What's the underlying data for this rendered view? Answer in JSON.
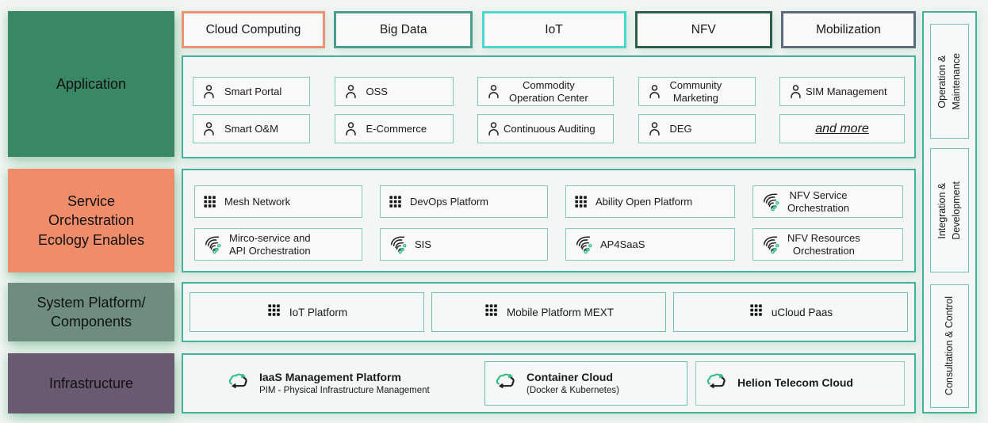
{
  "palette": {
    "application_green": "#3a8766",
    "service_salmon": "#ef8c6a",
    "system_graygreen": "#6e8c7f",
    "infrastructure_purple": "#695a72",
    "container_border_teal": "#43b29b",
    "item_border_teal": "#7fccb6",
    "icon_green": "#2fbd85",
    "box_fill": "#f8f9f8"
  },
  "left_sections": [
    {
      "label": "Application",
      "color": "#3a8766"
    },
    {
      "label": "Service\nOrchestration\nEcology Enables",
      "color": "#ef8c6a"
    },
    {
      "label": "System Platform/\nComponents",
      "color": "#6e8c7f"
    },
    {
      "label": "Infrastructure",
      "color": "#695a72"
    }
  ],
  "top_categories": [
    {
      "label": "Cloud Computing",
      "border": "#ef9272"
    },
    {
      "label": "Big Data",
      "border": "#4a9e8e"
    },
    {
      "label": "IoT",
      "border": "#4dd8cd"
    },
    {
      "label": "NFV",
      "border": "#2e5f4b"
    },
    {
      "label": "Mobilization",
      "border": "#5c6b7d"
    }
  ],
  "application_row": {
    "items": [
      {
        "label": "Smart Portal",
        "icon": "person"
      },
      {
        "label": "OSS",
        "icon": "person"
      },
      {
        "label": "Commodity\nOperation Center",
        "icon": "person"
      },
      {
        "label": "Community\nMarketing",
        "icon": "person"
      },
      {
        "label": "SIM Management",
        "icon": "person"
      },
      {
        "label": "Smart O&M",
        "icon": "person"
      },
      {
        "label": "E-Commerce",
        "icon": "person"
      },
      {
        "label": "Continuous Auditing",
        "icon": "person"
      },
      {
        "label": "DEG",
        "icon": "person"
      },
      {
        "label": "and more",
        "icon": "none"
      }
    ]
  },
  "service_row": {
    "items": [
      {
        "label": "Mesh Network",
        "icon": "grid"
      },
      {
        "label": "DevOps Platform",
        "icon": "grid"
      },
      {
        "label": "Ability Open Platform",
        "icon": "grid"
      },
      {
        "label": "NFV Service\nOrchestration",
        "icon": "orchestration"
      },
      {
        "label": "Mirco-service and\nAPI Orchestration",
        "icon": "orchestration"
      },
      {
        "label": "SIS",
        "icon": "orchestration"
      },
      {
        "label": "AP4SaaS",
        "icon": "orchestration"
      },
      {
        "label": "NFV Resources\nOrchestration",
        "icon": "orchestration"
      }
    ]
  },
  "platform_row": {
    "items": [
      {
        "label": "IoT Platform",
        "icon": "grid"
      },
      {
        "label": "Mobile Platform MEXT",
        "icon": "grid"
      },
      {
        "label": "uCloud Paas",
        "icon": "grid"
      }
    ]
  },
  "infrastructure_row": {
    "items": [
      {
        "title": "IaaS Management Platform",
        "subtitle": "PIM - Physical Infrastructure Management",
        "icon": "cloud"
      },
      {
        "title": "Container Cloud",
        "subtitle": "(Docker & Kubernetes)",
        "icon": "cloud"
      },
      {
        "title": "Helion Telecom Cloud",
        "subtitle": "",
        "icon": "cloud"
      }
    ]
  },
  "right_sidebar": {
    "items": [
      {
        "label": "Operation &\nMaintenance"
      },
      {
        "label": "Integration &\nDevelopment"
      },
      {
        "label": "Consultation & Control"
      }
    ]
  }
}
